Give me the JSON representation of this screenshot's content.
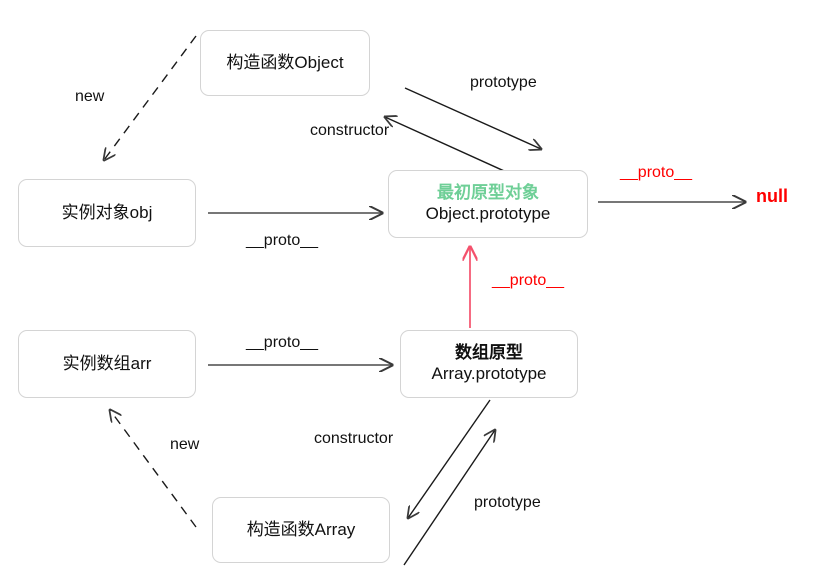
{
  "diagram": {
    "title": "JavaScript prototype chain diagram",
    "colors": {
      "accent_green": "#6fcf97",
      "red": "#ff0000",
      "pink_arrow": "#f4516c",
      "node_border": "#d4d4d4",
      "arrow_dark": "#3a3a3a",
      "text": "#111111"
    },
    "nodes": [
      {
        "id": "object-constructor",
        "single": "构造函数Object"
      },
      {
        "id": "object-prototype",
        "title": "最初原型对象",
        "sub": "Object.prototype",
        "title_color": "accent_green"
      },
      {
        "id": "instance-obj",
        "single": "实例对象obj"
      },
      {
        "id": "instance-arr",
        "single": "实例数组arr"
      },
      {
        "id": "array-prototype",
        "title": "数组原型",
        "sub": "Array.prototype",
        "title_color": "text"
      },
      {
        "id": "array-constructor",
        "single": "构造函数Array"
      }
    ],
    "edge_labels": [
      {
        "id": "new-top",
        "text": "new",
        "color": "text"
      },
      {
        "id": "prototype-top",
        "text": "prototype",
        "color": "text"
      },
      {
        "id": "constructor-top",
        "text": "constructor",
        "color": "text"
      },
      {
        "id": "proto-obj-to-objproto",
        "text": "__proto__",
        "color": "text"
      },
      {
        "id": "proto-objproto-to-null",
        "text": "__proto__",
        "color": "red"
      },
      {
        "id": "proto-arrproto-to-objproto",
        "text": "__proto__",
        "color": "red"
      },
      {
        "id": "proto-arr-to-arrproto",
        "text": "__proto__",
        "color": "text"
      },
      {
        "id": "new-bottom",
        "text": "new",
        "color": "text"
      },
      {
        "id": "constructor-bottom",
        "text": "constructor",
        "color": "text"
      },
      {
        "id": "prototype-bottom",
        "text": "prototype",
        "color": "text"
      }
    ],
    "free_labels": [
      {
        "id": "null-terminal",
        "text": "null",
        "color": "red"
      }
    ]
  }
}
